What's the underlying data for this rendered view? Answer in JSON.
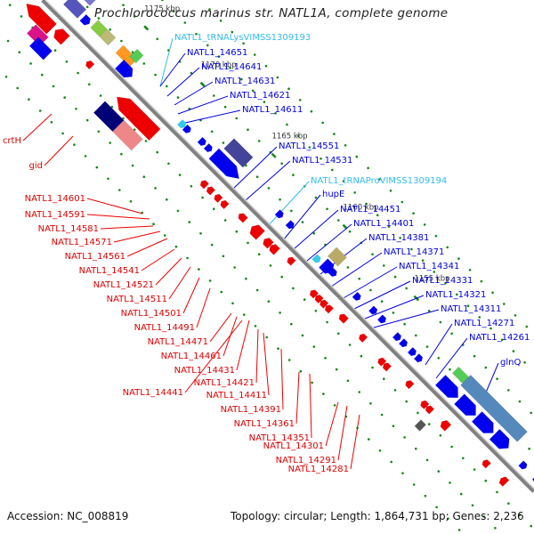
{
  "title": "Prochlorococcus marinus str. NATL1A, complete genome",
  "footer": {
    "accession": "Accession: NC_008819",
    "summary": "Topology: circular; Length: 1,864,731 bp; Genes: 2,236"
  },
  "colors": {
    "backbone": "#888888",
    "forward_gene": "#0000ee",
    "reverse_gene": "#ee0000",
    "trna": "#33ccee",
    "tick": "#118811",
    "label_forward": "#0000dd",
    "label_reverse": "#dd0000",
    "label_trna": "#33bbee"
  },
  "scale_ticks": [
    {
      "label": "1175 kbp",
      "pos": 0.13
    },
    {
      "label": "1170 kbp",
      "pos": 0.245
    },
    {
      "label": "1165 kbp",
      "pos": 0.39
    },
    {
      "label": "1160 kbp",
      "pos": 0.535
    },
    {
      "label": "1155 kbp",
      "pos": 0.68
    }
  ],
  "forward_labels": [
    {
      "text": "NATL1_tRNALysVIMSS1309193",
      "type": "trna"
    },
    {
      "text": "NATL1_14651",
      "type": "gene"
    },
    {
      "text": "NATL1_14641",
      "type": "gene"
    },
    {
      "text": "NATL1_14631",
      "type": "gene"
    },
    {
      "text": "NATL1_14621",
      "type": "gene"
    },
    {
      "text": "NATL1_14611",
      "type": "gene"
    },
    {
      "text": "NATL1_14551",
      "type": "gene"
    },
    {
      "text": "NATL1_14531",
      "type": "gene"
    },
    {
      "text": "NATL1_tRNAProVIMSS1309194",
      "type": "trna"
    },
    {
      "text": "hupE",
      "type": "gene"
    },
    {
      "text": "NATL1_14451",
      "type": "gene"
    },
    {
      "text": "NATL1_14401",
      "type": "gene"
    },
    {
      "text": "NATL1_14381",
      "type": "gene"
    },
    {
      "text": "NATL1_14371",
      "type": "gene"
    },
    {
      "text": "NATL1_14341",
      "type": "gene"
    },
    {
      "text": "NATL1_14331",
      "type": "gene"
    },
    {
      "text": "NATL1_14321",
      "type": "gene"
    },
    {
      "text": "NATL1_14311",
      "type": "gene"
    },
    {
      "text": "NATL1_14271",
      "type": "gene"
    },
    {
      "text": "NATL1_14261",
      "type": "gene"
    },
    {
      "text": "glnQ",
      "type": "gene"
    }
  ],
  "reverse_labels": [
    {
      "text": "crtH"
    },
    {
      "text": "gid"
    },
    {
      "text": "NATL1_14601"
    },
    {
      "text": "NATL1_14591"
    },
    {
      "text": "NATL1_14581"
    },
    {
      "text": "NATL1_14571"
    },
    {
      "text": "NATL1_14561"
    },
    {
      "text": "NATL1_14541"
    },
    {
      "text": "NATL1_14521"
    },
    {
      "text": "NATL1_14511"
    },
    {
      "text": "NATL1_14501"
    },
    {
      "text": "NATL1_14491"
    },
    {
      "text": "NATL1_14471"
    },
    {
      "text": "NATL1_14461"
    },
    {
      "text": "NATL1_14431"
    },
    {
      "text": "NATL1_14441"
    },
    {
      "text": "NATL1_14421"
    },
    {
      "text": "NATL1_14411"
    },
    {
      "text": "NATL1_14391"
    },
    {
      "text": "NATL1_14361"
    },
    {
      "text": "NATL1_14351"
    },
    {
      "text": "NATL1_14301"
    },
    {
      "text": "NATL1_14291"
    },
    {
      "text": "NATL1_14281"
    }
  ]
}
